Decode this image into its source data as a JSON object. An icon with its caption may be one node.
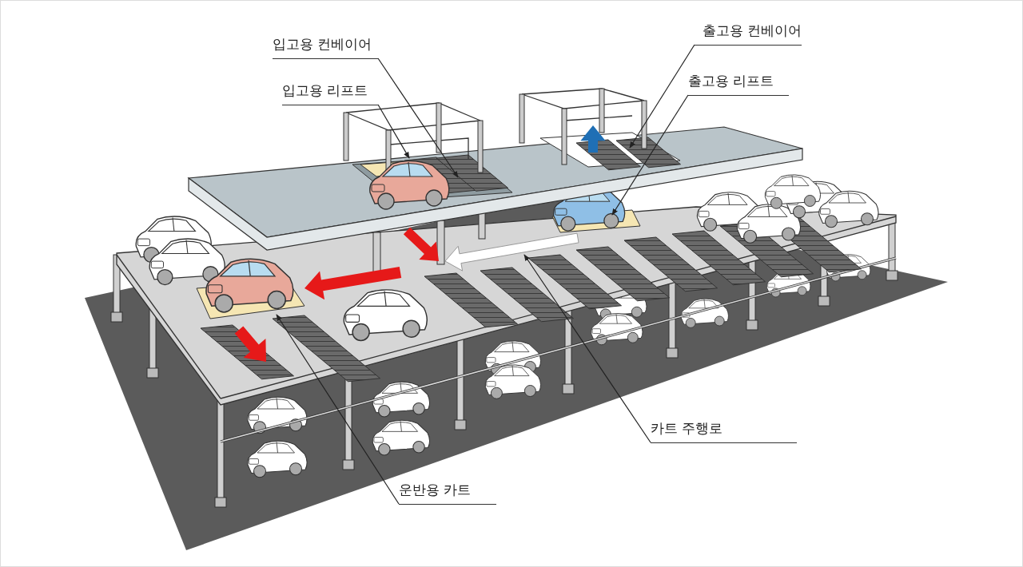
{
  "diagram": {
    "nodes": [
      {
        "text": [
          "입고용 컨베이어"
        ]
      },
      {
        "text": [
          "입고용 리프트"
        ]
      },
      {
        "text": [
          "출고용 컨베이어"
        ]
      },
      {
        "text": [
          "출고용 리프트"
        ]
      },
      {
        "text": [
          "카트 주행로"
        ]
      },
      {
        "text": [
          "운반용 카트"
        ]
      }
    ],
    "edges": [
      {
        "from": 0,
        "to": null,
        "arrow": "to"
      },
      {
        "from": 1,
        "to": null,
        "arrow": "to"
      },
      {
        "from": 2,
        "to": null,
        "arrow": "to"
      },
      {
        "from": 3,
        "to": null,
        "arrow": "to"
      },
      {
        "from": 4,
        "to": null,
        "arrow": "to"
      },
      {
        "from": 5,
        "to": null,
        "arrow": "to"
      }
    ]
  }
}
